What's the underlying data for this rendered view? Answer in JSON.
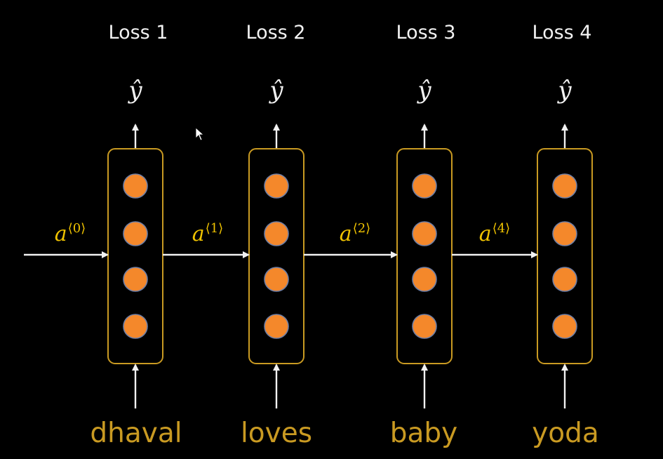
{
  "colors": {
    "background": "#000000",
    "cell_border": "#c99a22",
    "neuron_fill": "#f4882b",
    "neuron_stroke": "#6f7fa6",
    "arrow": "#f2f2f2",
    "hidden_state_text": "#f0c300",
    "word_text": "#c99a22",
    "white_text": "#f2f2f2"
  },
  "steps": [
    {
      "loss": "Loss 1",
      "output": "ŷ",
      "word": "dhaval",
      "neurons": 4
    },
    {
      "loss": "Loss 2",
      "output": "ŷ",
      "word": "loves",
      "neurons": 4
    },
    {
      "loss": "Loss 3",
      "output": "ŷ",
      "word": "baby",
      "neurons": 4
    },
    {
      "loss": "Loss 4",
      "output": "ŷ",
      "word": "yoda",
      "neurons": 4
    }
  ],
  "hidden_states": [
    {
      "symbol": "a",
      "sup": "⟨0⟩"
    },
    {
      "symbol": "a",
      "sup": "⟨1⟩"
    },
    {
      "symbol": "a",
      "sup": "⟨2⟩"
    },
    {
      "symbol": "a",
      "sup": "⟨4⟩"
    }
  ],
  "icons": {
    "cursor": "mouse-pointer-icon"
  }
}
